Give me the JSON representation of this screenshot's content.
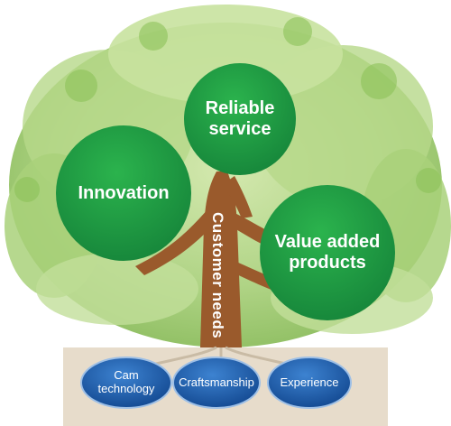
{
  "colors": {
    "leaf_dark": "#6fae3f",
    "leaf_light": "#bcdc8f",
    "trunk": "#9a5a2c",
    "value_circle": "#1e9a3e",
    "root_pill": "#1f5fae",
    "ground": "#e7dccb"
  },
  "trunk": {
    "label": "Customer needs"
  },
  "values": [
    {
      "label": "Reliable\nservice"
    },
    {
      "label": "Innovation"
    },
    {
      "label": "Value added\nproducts"
    }
  ],
  "roots": [
    {
      "label": "Cam\ntechnology"
    },
    {
      "label": "Craftsmanship"
    },
    {
      "label": "Experience"
    }
  ]
}
